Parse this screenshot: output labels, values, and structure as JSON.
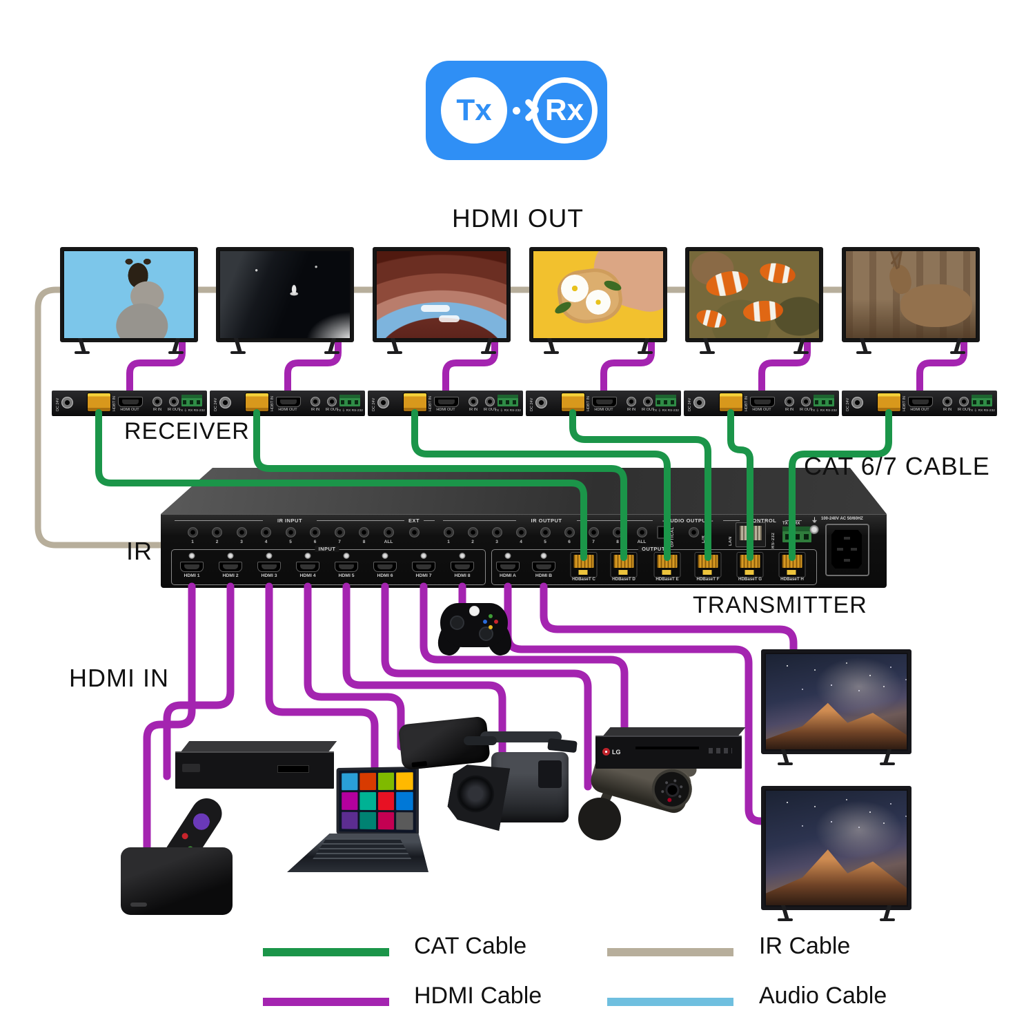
{
  "badge": {
    "tx": "Tx",
    "rx": "Rx"
  },
  "labels": {
    "hdmi_out": "HDMI OUT",
    "receiver": "RECEIVER",
    "cat_cable": "CAT 6/7 CABLE",
    "ir": "IR",
    "transmitter": "TRANSMITTER",
    "hdmi_in": "HDMI IN"
  },
  "colors": {
    "cat": "#1b9549",
    "hdmi": "#a424b0",
    "ir": "#b7ae9b",
    "audio": "#6fbfdf",
    "badge_blue": "#2f8ff5"
  },
  "legend": [
    {
      "label": "CAT Cable",
      "color": "cat"
    },
    {
      "label": "HDMI Cable",
      "color": "hdmi"
    },
    {
      "label": "IR Cable",
      "color": "ir"
    },
    {
      "label": "Audio Cable",
      "color": "audio"
    }
  ],
  "matrix": {
    "headers": {
      "ir_input": "IR INPUT",
      "ext": "EXT",
      "ir_output": "IR OUTPUT",
      "audio_output": "- AUDIO OUTPUT -",
      "control": "CONTROL",
      "input": "INPUT",
      "output": "OUTPUT"
    },
    "power": "100-240V AC 50/60HZ",
    "ir_input_jacks": [
      "1",
      "2",
      "3",
      "4",
      "5",
      "6",
      "7",
      "8",
      "ALL"
    ],
    "ir_output_jacks": [
      "1",
      "2",
      "3",
      "4",
      "5",
      "6",
      "7",
      "8",
      "ALL"
    ],
    "hdmi_inputs": [
      "HDMI 1",
      "HDMI 2",
      "HDMI 3",
      "HDMI 4",
      "HDMI 5",
      "HDMI 6",
      "HDMI 7",
      "HDMI 8"
    ],
    "hdmi_outputs": [
      "HDMI A",
      "HDMI B"
    ],
    "hdbt_outputs": [
      "HDBaseT C",
      "HDBaseT D",
      "HDBaseT E",
      "HDBaseT F",
      "HDBaseT G",
      "HDBaseT H"
    ],
    "audio": {
      "optical": "OPTICAL",
      "lr": "L/R"
    },
    "control": {
      "lan": "LAN",
      "rs232": "RS-232",
      "txrx": "TX ⏚ RX"
    }
  },
  "receiver_ports": {
    "dc": "DC 24V",
    "hdbt": "HDBT IN",
    "hdmi": "HDMI OUT",
    "ir_in": "IR IN",
    "ir_out": "IR OUT",
    "txrx": "TX ⏚ RX",
    "rs232": "RS-232"
  },
  "device_text": {
    "lg": "LG"
  }
}
